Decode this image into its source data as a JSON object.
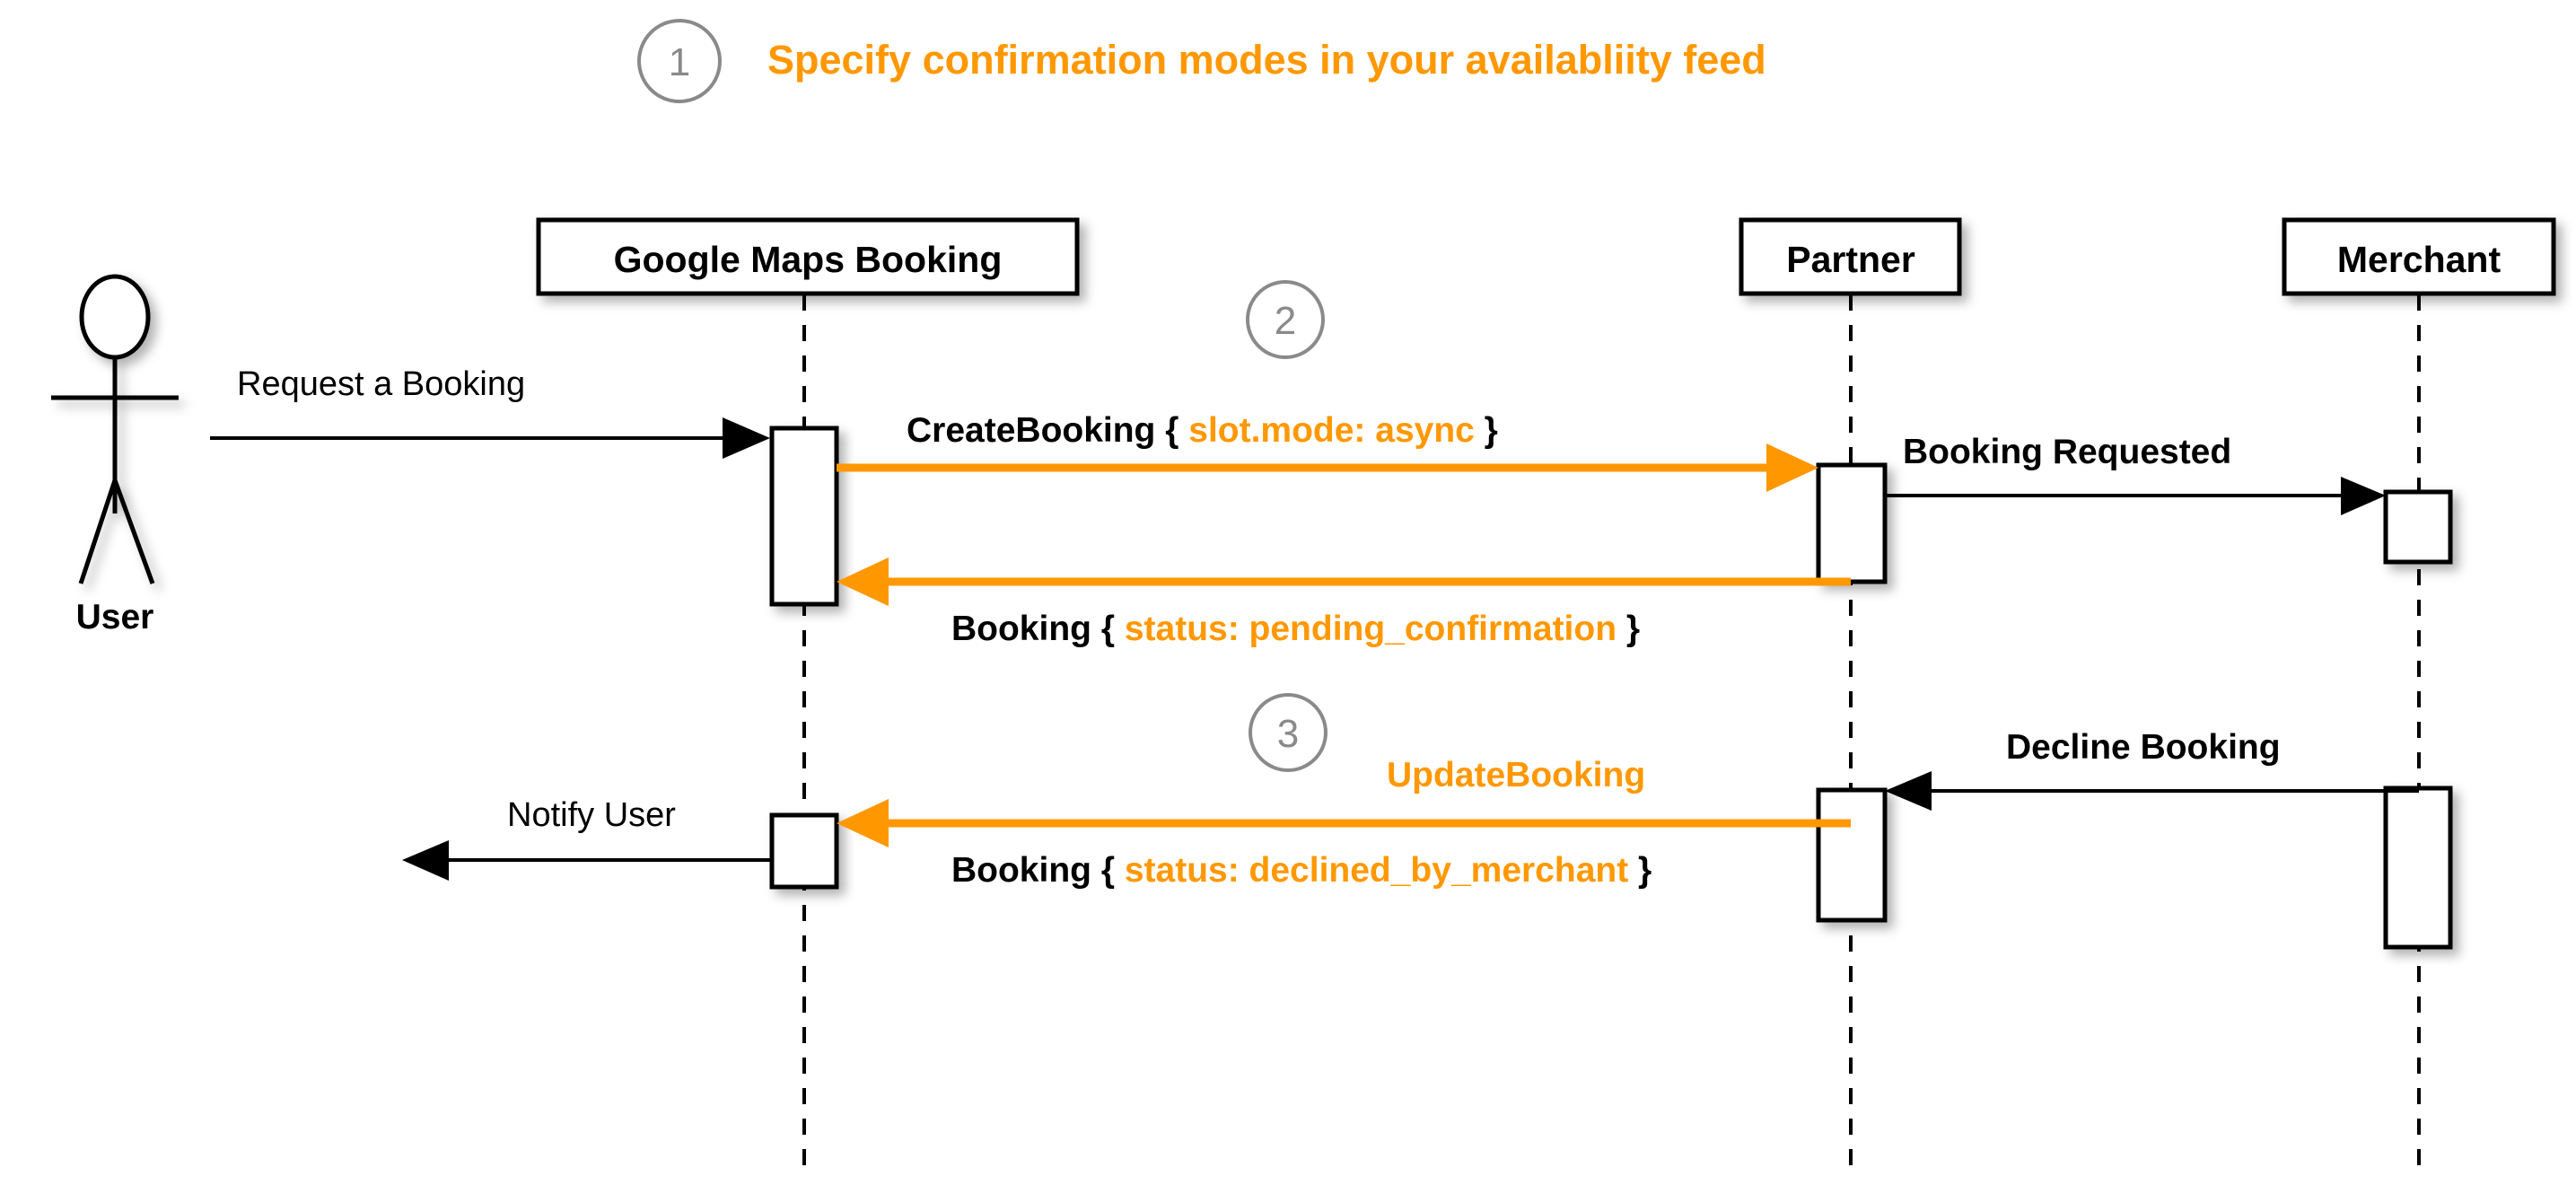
{
  "diagram": {
    "type": "uml-sequence-diagram",
    "accent_color": "#FF9800",
    "line_color": "#000000",
    "step_marker_color": "#8a8a8a",
    "background": "#ffffff",
    "title": {
      "step": "1",
      "text": "Specify confirmation modes in your availabliity feed"
    },
    "actors": [
      {
        "id": "user",
        "label": "User",
        "kind": "stick-figure"
      },
      {
        "id": "gmb",
        "label": "Google Maps Booking",
        "kind": "box"
      },
      {
        "id": "partner",
        "label": "Partner",
        "kind": "box"
      },
      {
        "id": "merchant",
        "label": "Merchant",
        "kind": "box"
      }
    ],
    "step_markers": [
      {
        "number": "1"
      },
      {
        "number": "2"
      },
      {
        "number": "3"
      }
    ],
    "messages": [
      {
        "id": "request-a-booking",
        "label": "Request a Booking",
        "from": "user",
        "to": "gmb",
        "color": "#000000",
        "style": "plain",
        "weight": "normal"
      },
      {
        "id": "create-booking",
        "label_prefix": "CreateBooking",
        "label_open": " { ",
        "label_payload": "slot.mode: async",
        "label_close": " }",
        "from": "gmb",
        "to": "partner",
        "color": "#FF9800",
        "weight": "bold"
      },
      {
        "id": "booking-requested",
        "label": "Booking Requested",
        "from": "partner",
        "to": "merchant",
        "color": "#000000",
        "weight": "bold"
      },
      {
        "id": "booking-pending",
        "label_prefix": "Booking",
        "label_open": " { ",
        "label_payload": "status: pending_confirmation",
        "label_close": " }",
        "from": "partner",
        "to": "gmb",
        "color": "#FF9800",
        "weight": "bold"
      },
      {
        "id": "decline-booking",
        "label": "Decline Booking",
        "from": "merchant",
        "to": "partner",
        "color": "#000000",
        "weight": "bold"
      },
      {
        "id": "update-booking",
        "label": "UpdateBooking",
        "label_prefix": "Booking",
        "label_open": " { ",
        "label_payload": "status: declined_by_merchant",
        "label_close": " }",
        "from": "partner",
        "to": "gmb",
        "color": "#FF9800",
        "weight": "bold"
      },
      {
        "id": "notify-user",
        "label": "Notify User",
        "from": "gmb",
        "to": "user",
        "color": "#000000",
        "style": "plain",
        "weight": "normal"
      }
    ]
  }
}
